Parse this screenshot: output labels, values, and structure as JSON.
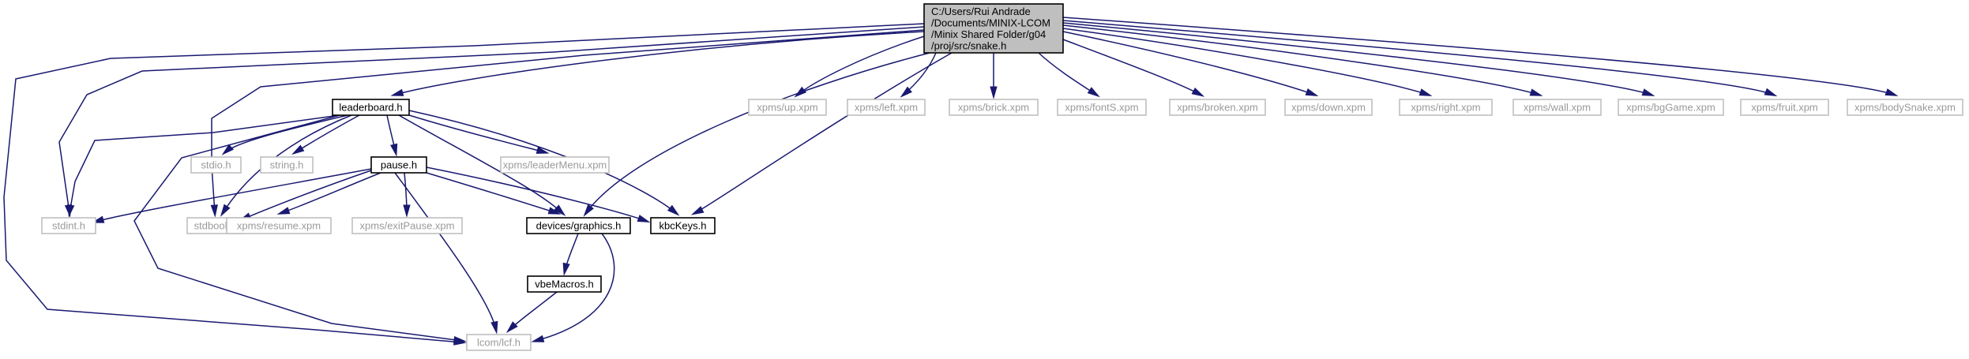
{
  "graph": {
    "nodes": [
      {
        "id": "snake",
        "kind": "root",
        "lines": [
          "C:/Users/Rui Andrade",
          "/Documents/MINIX-LCOM",
          "/Minix Shared Folder/g04",
          "/proj/src/snake.h"
        ]
      },
      {
        "id": "leaderboard",
        "kind": "doc",
        "lines": [
          "leaderboard.h"
        ]
      },
      {
        "id": "xpm_up",
        "kind": "nodoc",
        "lines": [
          "xpms/up.xpm"
        ]
      },
      {
        "id": "xpm_left",
        "kind": "nodoc",
        "lines": [
          "xpms/left.xpm"
        ]
      },
      {
        "id": "xpm_brick",
        "kind": "nodoc",
        "lines": [
          "xpms/brick.xpm"
        ]
      },
      {
        "id": "xpm_fontS",
        "kind": "nodoc",
        "lines": [
          "xpms/fontS.xpm"
        ]
      },
      {
        "id": "xpm_broken",
        "kind": "nodoc",
        "lines": [
          "xpms/broken.xpm"
        ]
      },
      {
        "id": "xpm_down",
        "kind": "nodoc",
        "lines": [
          "xpms/down.xpm"
        ]
      },
      {
        "id": "xpm_right",
        "kind": "nodoc",
        "lines": [
          "xpms/right.xpm"
        ]
      },
      {
        "id": "xpm_wall",
        "kind": "nodoc",
        "lines": [
          "xpms/wall.xpm"
        ]
      },
      {
        "id": "xpm_bgGame",
        "kind": "nodoc",
        "lines": [
          "xpms/bgGame.xpm"
        ]
      },
      {
        "id": "xpm_fruit",
        "kind": "nodoc",
        "lines": [
          "xpms/fruit.xpm"
        ]
      },
      {
        "id": "xpm_bodySnake",
        "kind": "nodoc",
        "lines": [
          "xpms/bodySnake.xpm"
        ]
      },
      {
        "id": "stdio",
        "kind": "nodoc",
        "lines": [
          "stdio.h"
        ]
      },
      {
        "id": "string",
        "kind": "nodoc",
        "lines": [
          "string.h"
        ]
      },
      {
        "id": "pause",
        "kind": "doc",
        "lines": [
          "pause.h"
        ]
      },
      {
        "id": "xpm_leaderMenu",
        "kind": "nodoc",
        "lines": [
          "xpms/leaderMenu.xpm"
        ]
      },
      {
        "id": "stdint",
        "kind": "nodoc",
        "lines": [
          "stdint.h"
        ]
      },
      {
        "id": "stdbool",
        "kind": "nodoc",
        "lines": [
          "stdbool.h"
        ]
      },
      {
        "id": "xpm_resume",
        "kind": "nodoc",
        "lines": [
          "xpms/resume.xpm"
        ]
      },
      {
        "id": "xpm_exitPause",
        "kind": "nodoc",
        "lines": [
          "xpms/exitPause.xpm"
        ]
      },
      {
        "id": "graphics",
        "kind": "doc",
        "lines": [
          "devices/graphics.h"
        ]
      },
      {
        "id": "kbcKeys",
        "kind": "doc",
        "lines": [
          "kbcKeys.h"
        ]
      },
      {
        "id": "vbeMacros",
        "kind": "doc",
        "lines": [
          "vbeMacros.h"
        ]
      },
      {
        "id": "lcf",
        "kind": "nodoc",
        "lines": [
          "lcom/lcf.h"
        ]
      }
    ],
    "edges": [
      [
        "snake",
        "leaderboard"
      ],
      [
        "snake",
        "xpm_up"
      ],
      [
        "snake",
        "xpm_left"
      ],
      [
        "snake",
        "xpm_brick"
      ],
      [
        "snake",
        "xpm_fontS"
      ],
      [
        "snake",
        "xpm_broken"
      ],
      [
        "snake",
        "xpm_down"
      ],
      [
        "snake",
        "xpm_right"
      ],
      [
        "snake",
        "xpm_wall"
      ],
      [
        "snake",
        "xpm_bgGame"
      ],
      [
        "snake",
        "xpm_fruit"
      ],
      [
        "snake",
        "xpm_bodySnake"
      ],
      [
        "snake",
        "stdint"
      ],
      [
        "snake",
        "stdbool"
      ],
      [
        "snake",
        "graphics"
      ],
      [
        "snake",
        "kbcKeys"
      ],
      [
        "snake",
        "lcf"
      ],
      [
        "leaderboard",
        "stdint"
      ],
      [
        "leaderboard",
        "stdbool"
      ],
      [
        "leaderboard",
        "stdio"
      ],
      [
        "leaderboard",
        "string"
      ],
      [
        "leaderboard",
        "pause"
      ],
      [
        "leaderboard",
        "xpm_leaderMenu"
      ],
      [
        "leaderboard",
        "graphics"
      ],
      [
        "leaderboard",
        "kbcKeys"
      ],
      [
        "leaderboard",
        "lcf"
      ],
      [
        "pause",
        "stdint"
      ],
      [
        "pause",
        "stdbool"
      ],
      [
        "pause",
        "xpm_resume"
      ],
      [
        "pause",
        "xpm_exitPause"
      ],
      [
        "pause",
        "graphics"
      ],
      [
        "pause",
        "kbcKeys"
      ],
      [
        "pause",
        "lcf"
      ],
      [
        "graphics",
        "vbeMacros"
      ],
      [
        "graphics",
        "lcf"
      ],
      [
        "vbeMacros",
        "lcf"
      ]
    ]
  }
}
